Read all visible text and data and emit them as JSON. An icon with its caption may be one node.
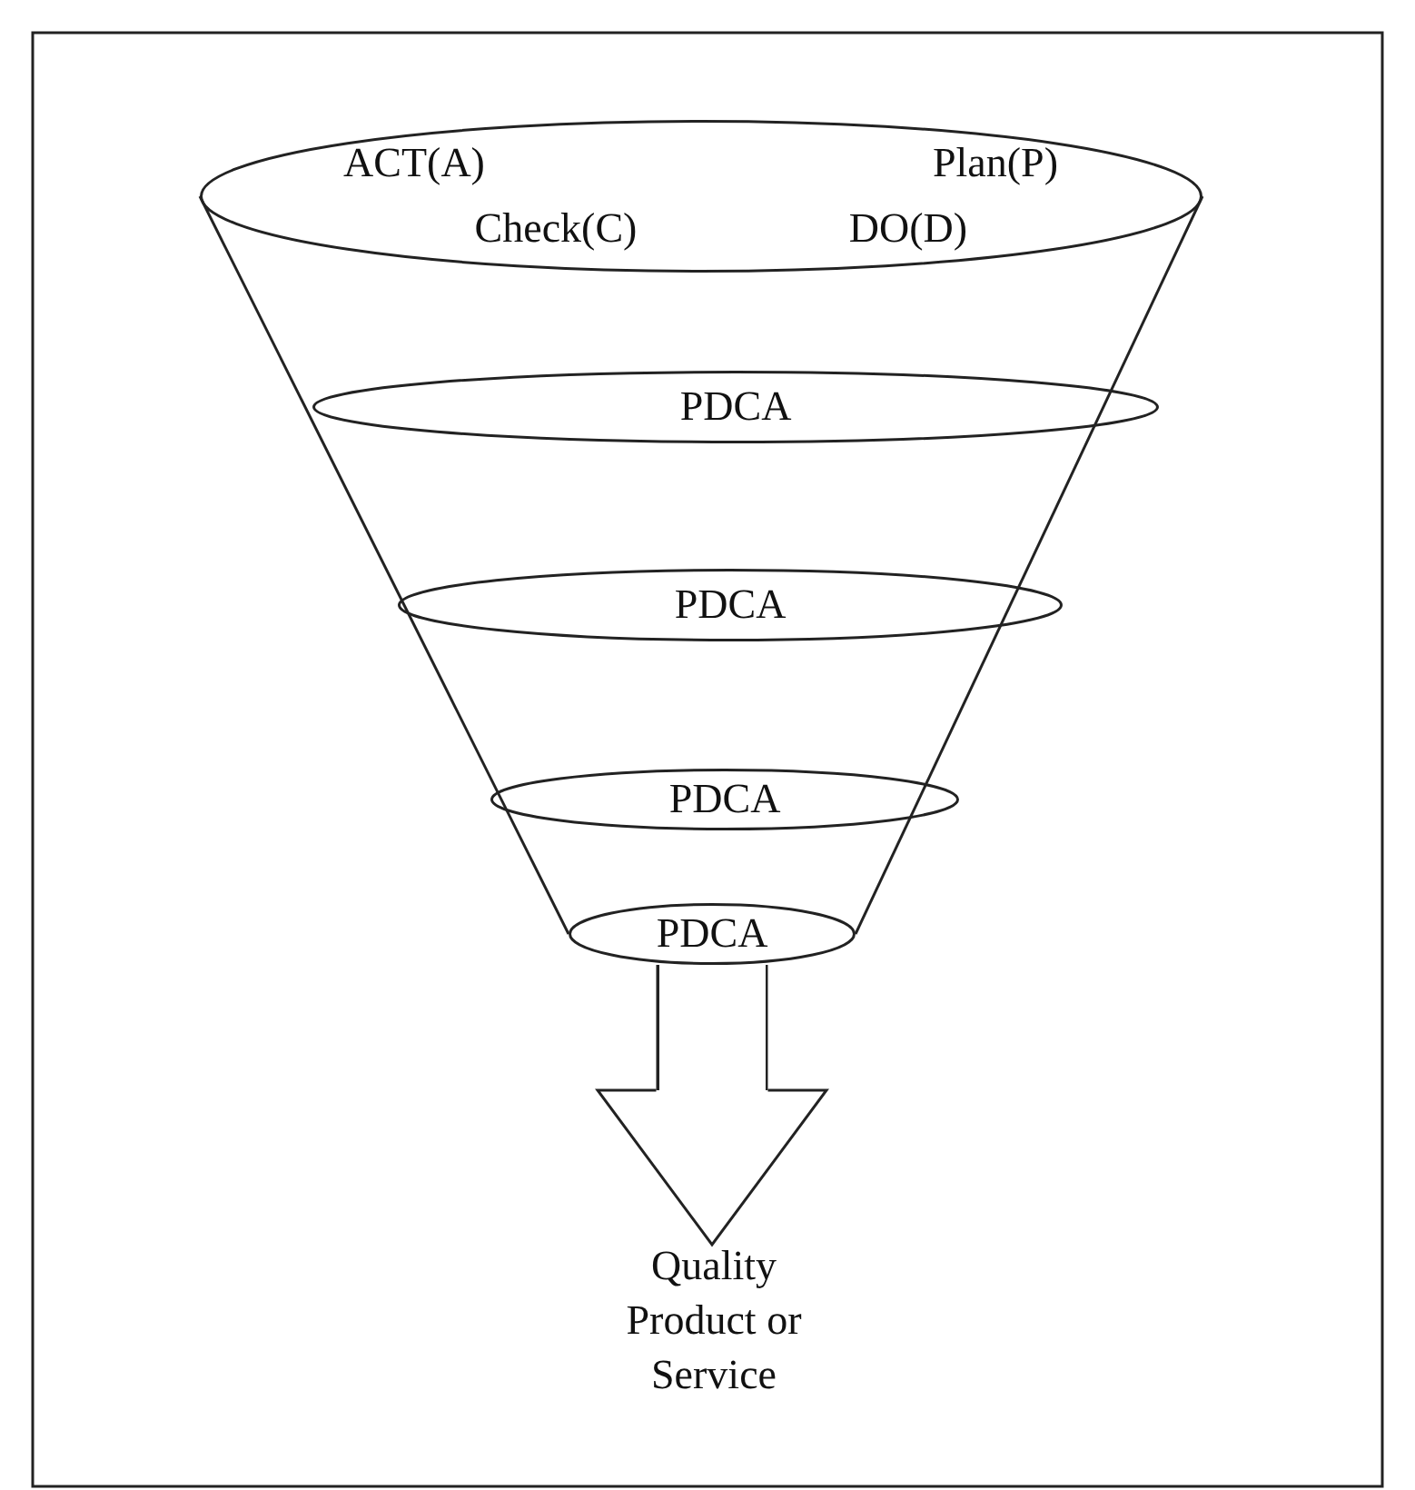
{
  "diagram": {
    "nodes": [
      {
        "text": [
          "ACT(A)",
          "Plan(P)",
          "Check(C)",
          "DO(D)"
        ]
      },
      {
        "text": [
          "PDCA"
        ]
      },
      {
        "text": [
          "PDCA"
        ]
      },
      {
        "text": [
          "PDCA"
        ]
      },
      {
        "text": [
          "PDCA"
        ]
      },
      {
        "text": [
          "Quality Product or Service"
        ]
      }
    ],
    "edges": [
      {
        "from": 4,
        "to": 5,
        "arrow": "to"
      }
    ]
  }
}
